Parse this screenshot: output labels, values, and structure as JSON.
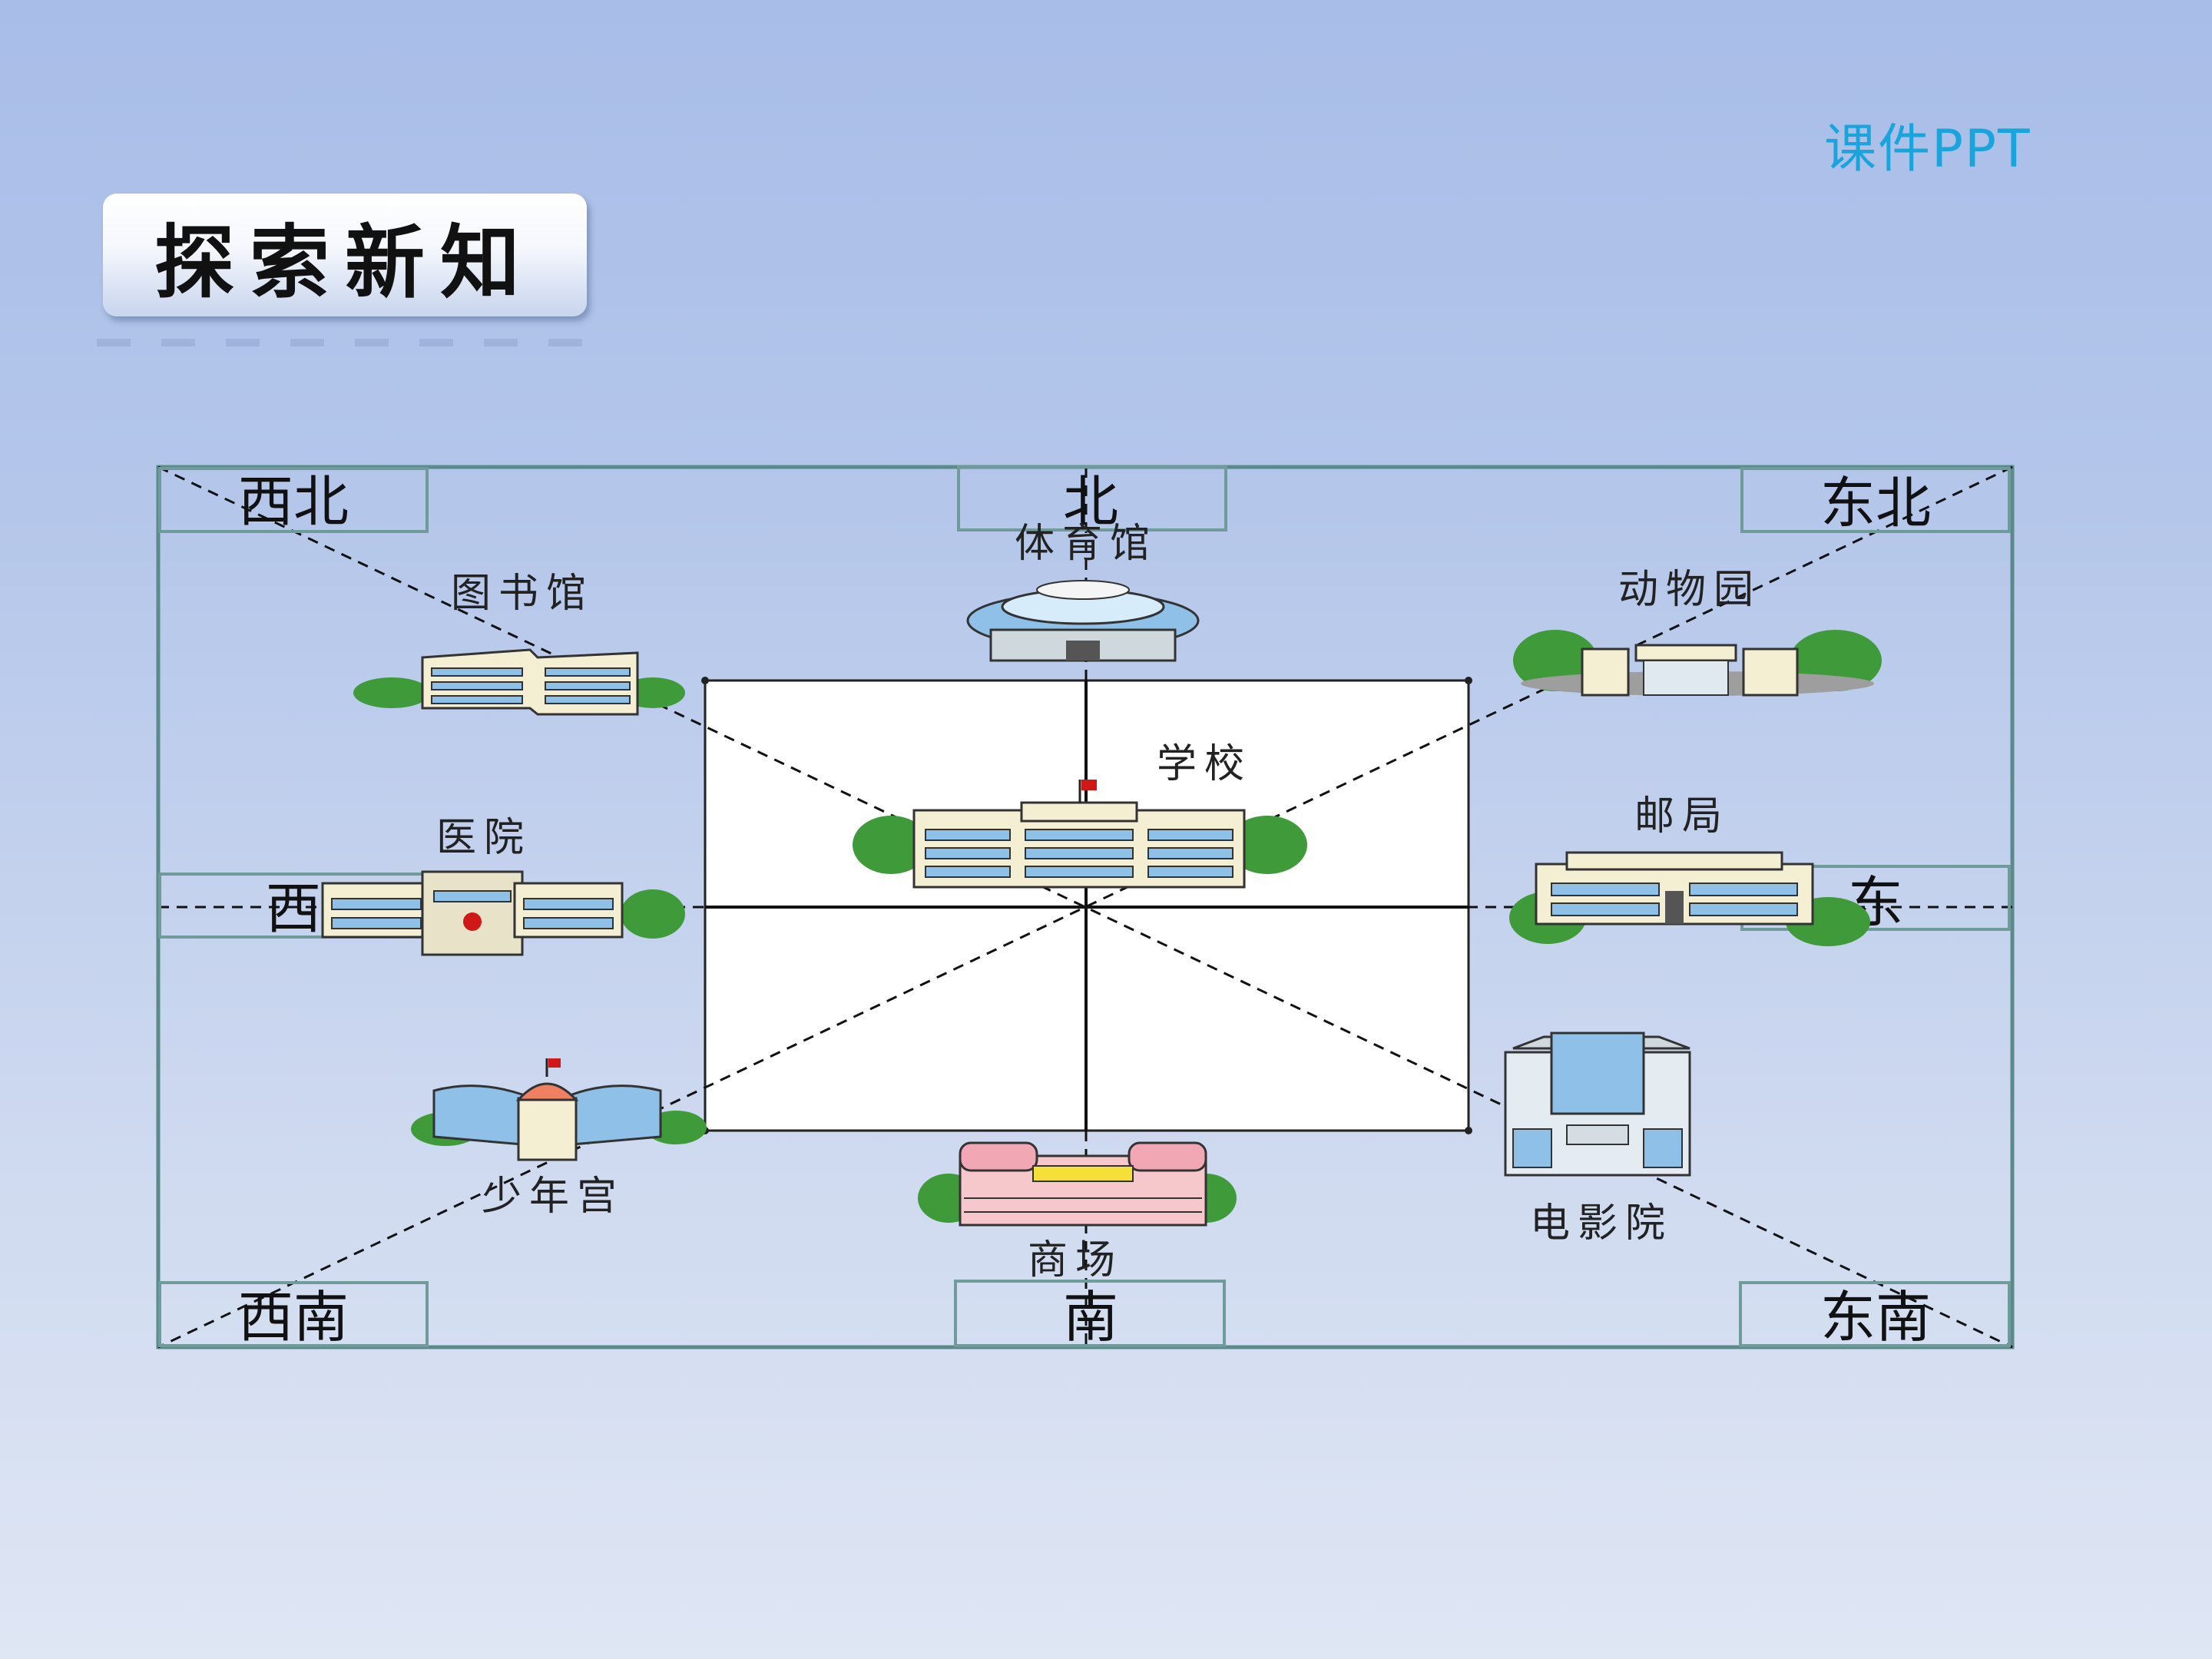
{
  "brand": "课件PPT",
  "title": "探索新知",
  "directions": {
    "northwest": "西北",
    "north": "北",
    "northeast": "东北",
    "west": "西",
    "east": "东",
    "southwest": "西南",
    "south": "南",
    "southeast": "东南"
  },
  "places": {
    "center": "学校",
    "north": "体育馆",
    "northwest": "图书馆",
    "northeast": "动物园",
    "west": "医院",
    "east": "邮局",
    "southwest": "少年宫",
    "south": "商场",
    "southeast": "电影院"
  },
  "colors": {
    "frame": "#5a8a8a",
    "building_blue": "#8ec0e8",
    "tree_green": "#3f9a3a",
    "flag_red": "#d01818",
    "brand_blue": "#1aa4dc"
  }
}
